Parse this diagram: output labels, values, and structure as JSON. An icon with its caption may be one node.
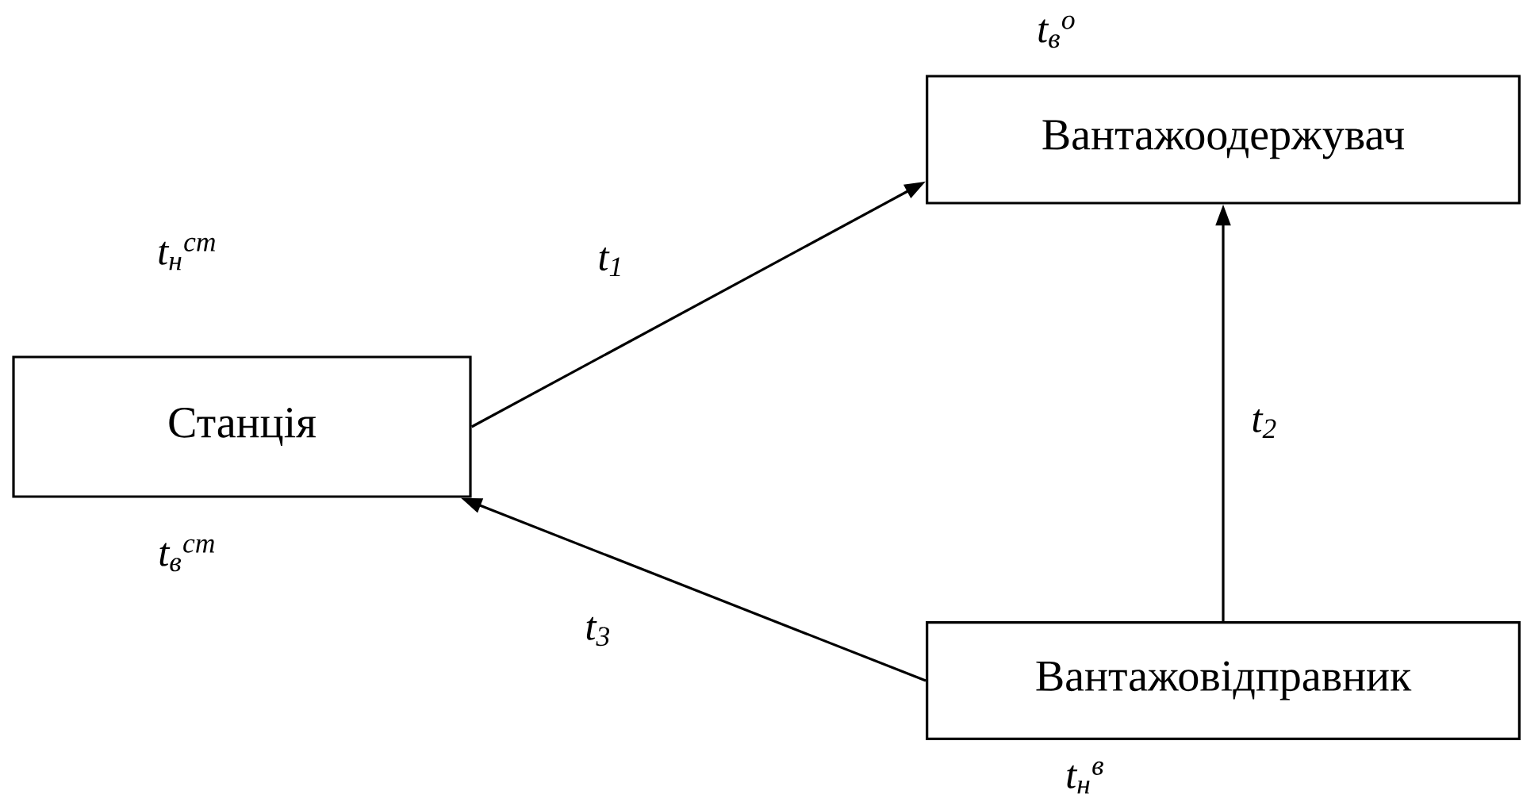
{
  "diagram": {
    "nodes": [
      {
        "text": [
          "Станція"
        ],
        "beside": [
          "t$_{н}$$^{ст}$",
          "t$_{в}$$^{ст}$"
        ]
      },
      {
        "text": [
          "Вантажоодержувач"
        ],
        "beside": [
          "t$_{в}$$^{о}$"
        ]
      },
      {
        "text": [
          "Вантажовідправник"
        ],
        "beside": [
          "t$_{н}$$^{в}$"
        ]
      }
    ],
    "edges": [
      {
        "from": 0,
        "to": 1,
        "arrow": "to",
        "label": "t$_{1}$"
      },
      {
        "from": 2,
        "to": 1,
        "arrow": "to",
        "label": "t$_{2}$"
      },
      {
        "from": 2,
        "to": 0,
        "arrow": "to",
        "label": "t$_{3}$"
      }
    ]
  }
}
